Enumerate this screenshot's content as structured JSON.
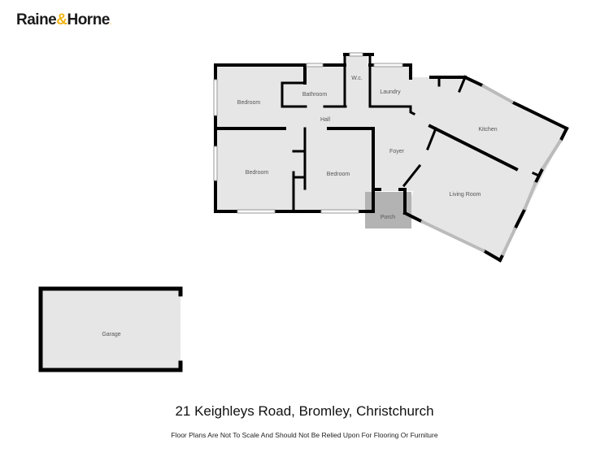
{
  "brand": {
    "name_part1": "Raine",
    "ampersand": "&",
    "name_part2": "Horne",
    "mark": ".",
    "accent_color": "#f2b619",
    "text_color": "#1a1a1a"
  },
  "floor_plan": {
    "floor_fill": "#e6e6e6",
    "wall_color": "#000000",
    "porch_fill": "#b3b3b3",
    "rooms": [
      {
        "id": "bedroom-1",
        "label": "Bedroom"
      },
      {
        "id": "bathroom",
        "label": "Bathroom"
      },
      {
        "id": "wc",
        "label": "W.c."
      },
      {
        "id": "laundry",
        "label": "Laundry"
      },
      {
        "id": "hall",
        "label": "Hall"
      },
      {
        "id": "bedroom-2",
        "label": "Bedroom"
      },
      {
        "id": "bedroom-3",
        "label": "Bedroom"
      },
      {
        "id": "foyer",
        "label": "Foyer"
      },
      {
        "id": "porch",
        "label": "Porch"
      },
      {
        "id": "kitchen",
        "label": "Kitchen"
      },
      {
        "id": "living-room",
        "label": "Living Room"
      },
      {
        "id": "garage",
        "label": "Garage"
      }
    ]
  },
  "footer": {
    "address": "21 Keighleys Road, Bromley, Christchurch",
    "disclaimer": "Floor Plans Are Not To Scale And Should Not Be Relied Upon For Flooring Or Furniture"
  }
}
